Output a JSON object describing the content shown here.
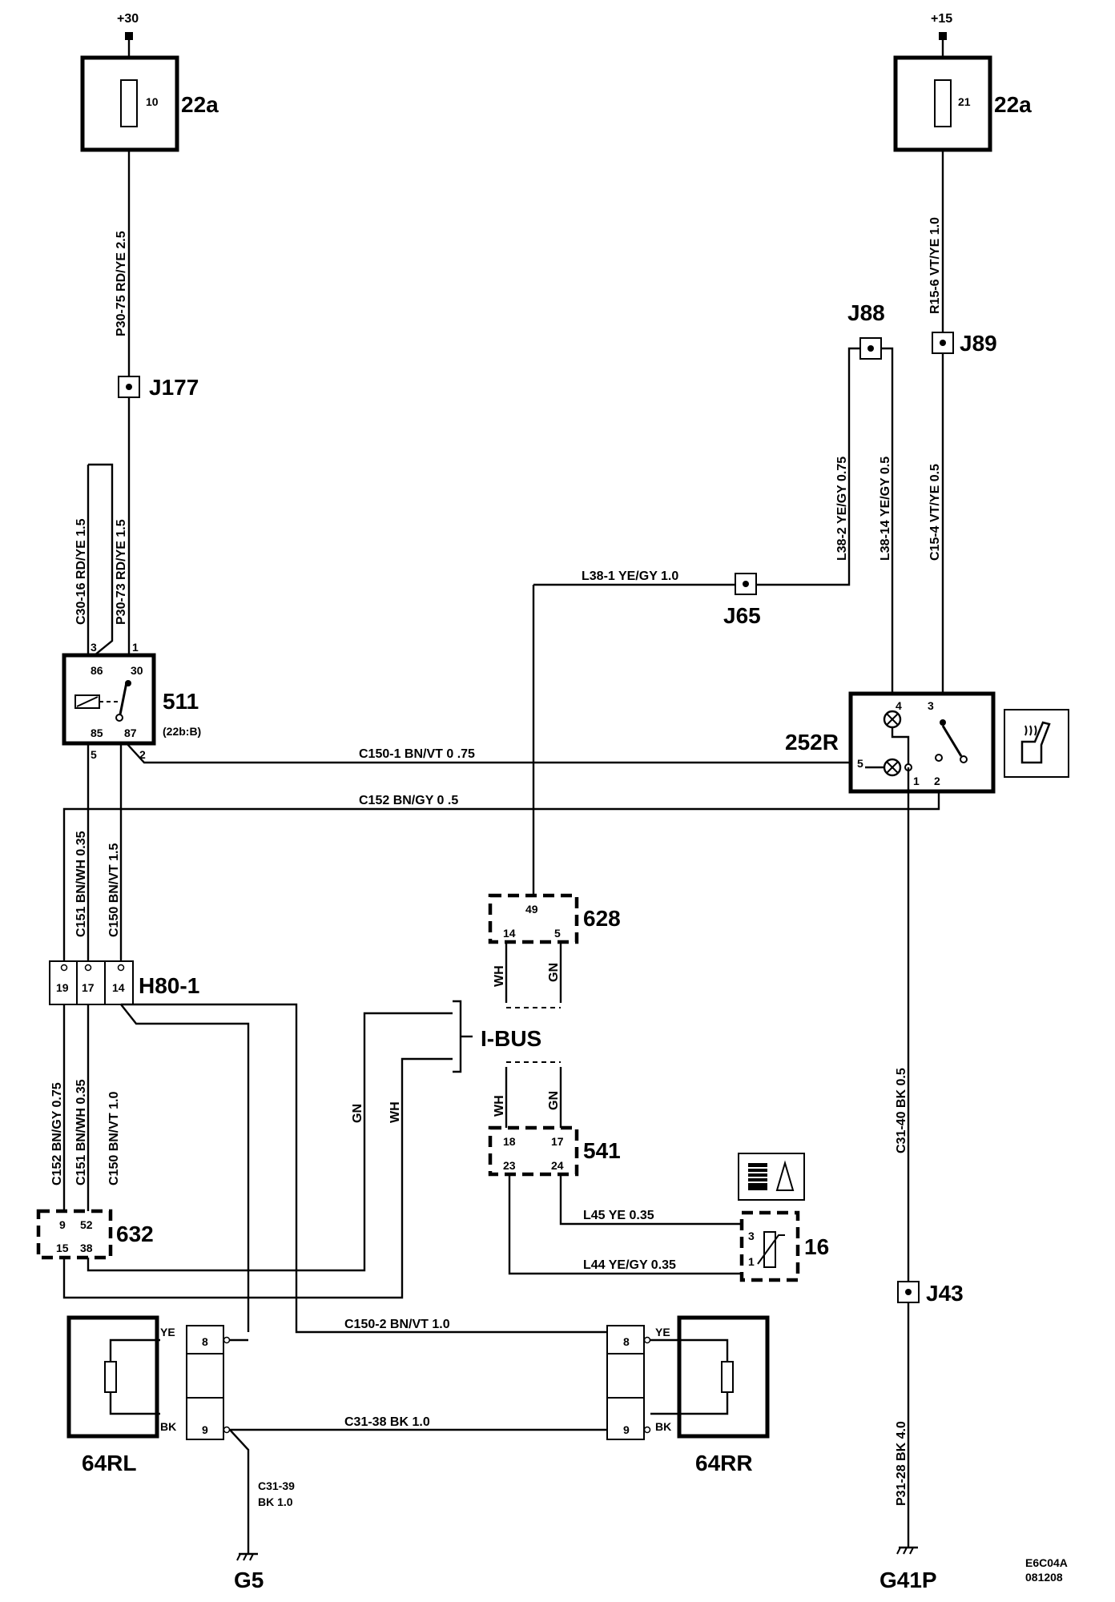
{
  "supply": {
    "b30": "+30",
    "b15": "+15"
  },
  "fusebox": {
    "left_fuse": "10",
    "left_id": "22a",
    "right_fuse": "21",
    "right_id": "22a"
  },
  "wires": {
    "p30_75": "P30-75  RD/YE  2.5",
    "r15_6": "R15-6   VT/YE  1.0",
    "c30_16": "C30-16   RD/YE  1.5",
    "p30_73": "P30-73   RD/YE  1.5",
    "l38_2": "L38-2  YE/GY  0.75",
    "l38_14": "L38-14  YE/GY  0.5",
    "c15_4": "C15-4  VT/YE  0.5",
    "l38_1": "L38-1  YE/GY   1.0",
    "c150_1": "C150-1  BN/VT  0 .75",
    "c152": "C152   BN/GY  0 .5",
    "c151_top": "C151   BN/WH  0.35",
    "c150_top": "C150   BN/VT  1.5",
    "c152_bot": "C152  BN/GY  0.75",
    "c151_bot": "C151  BN/WH  0.35",
    "c150_bot": "C150  BN/VT  1.0",
    "gn": "GN",
    "wh": "WH",
    "c31_40": "C31-40  BK   0.5",
    "l45": "L45  YE   0.35",
    "l44": "L44  YE/GY  0.35",
    "c150_2": "C150-2   BN/VT 1.0",
    "c31_38": "C31-38   BK   1.0",
    "c31_39a": "C31-39",
    "c31_39b": "BK  1.0",
    "p31_28": "P31-28  BK   4.0",
    "ye": "YE",
    "bk": "BK"
  },
  "junctions": {
    "j177": "J177",
    "j88": "J88",
    "j89": "J89",
    "j65": "J65",
    "j43": "J43"
  },
  "relay": {
    "id": "511",
    "ref": "(22b:B)",
    "p86": "86",
    "p30": "30",
    "p85": "85",
    "p87": "87",
    "n1": "1",
    "n2": "2",
    "n3": "3",
    "n5": "5"
  },
  "switch": {
    "id": "252R",
    "p1": "1",
    "p2": "2",
    "p3": "3",
    "p4": "4",
    "p5": "5"
  },
  "connector_h80": {
    "id": "H80-1",
    "p19": "19",
    "p17": "17",
    "p14": "14"
  },
  "module_628": {
    "id": "628",
    "p49": "49",
    "p14": "14",
    "p5": "5"
  },
  "ibus": {
    "label": "I-BUS",
    "wh": "WH",
    "gn": "GN"
  },
  "module_541": {
    "id": "541",
    "p18": "18",
    "p17": "17",
    "p23": "23",
    "p24": "24"
  },
  "module_632": {
    "id": "632",
    "p9": "9",
    "p52": "52",
    "p15": "15",
    "p38": "38"
  },
  "sensor_16": {
    "id": "16",
    "p3": "3",
    "p1": "1"
  },
  "heaters": {
    "left": "64RL",
    "right": "64RR",
    "p8": "8",
    "p9": "9"
  },
  "grounds": {
    "g5": "G5",
    "g41p": "G41P"
  },
  "drawing_code": {
    "line1": "E6C04A",
    "line2": "081208"
  }
}
